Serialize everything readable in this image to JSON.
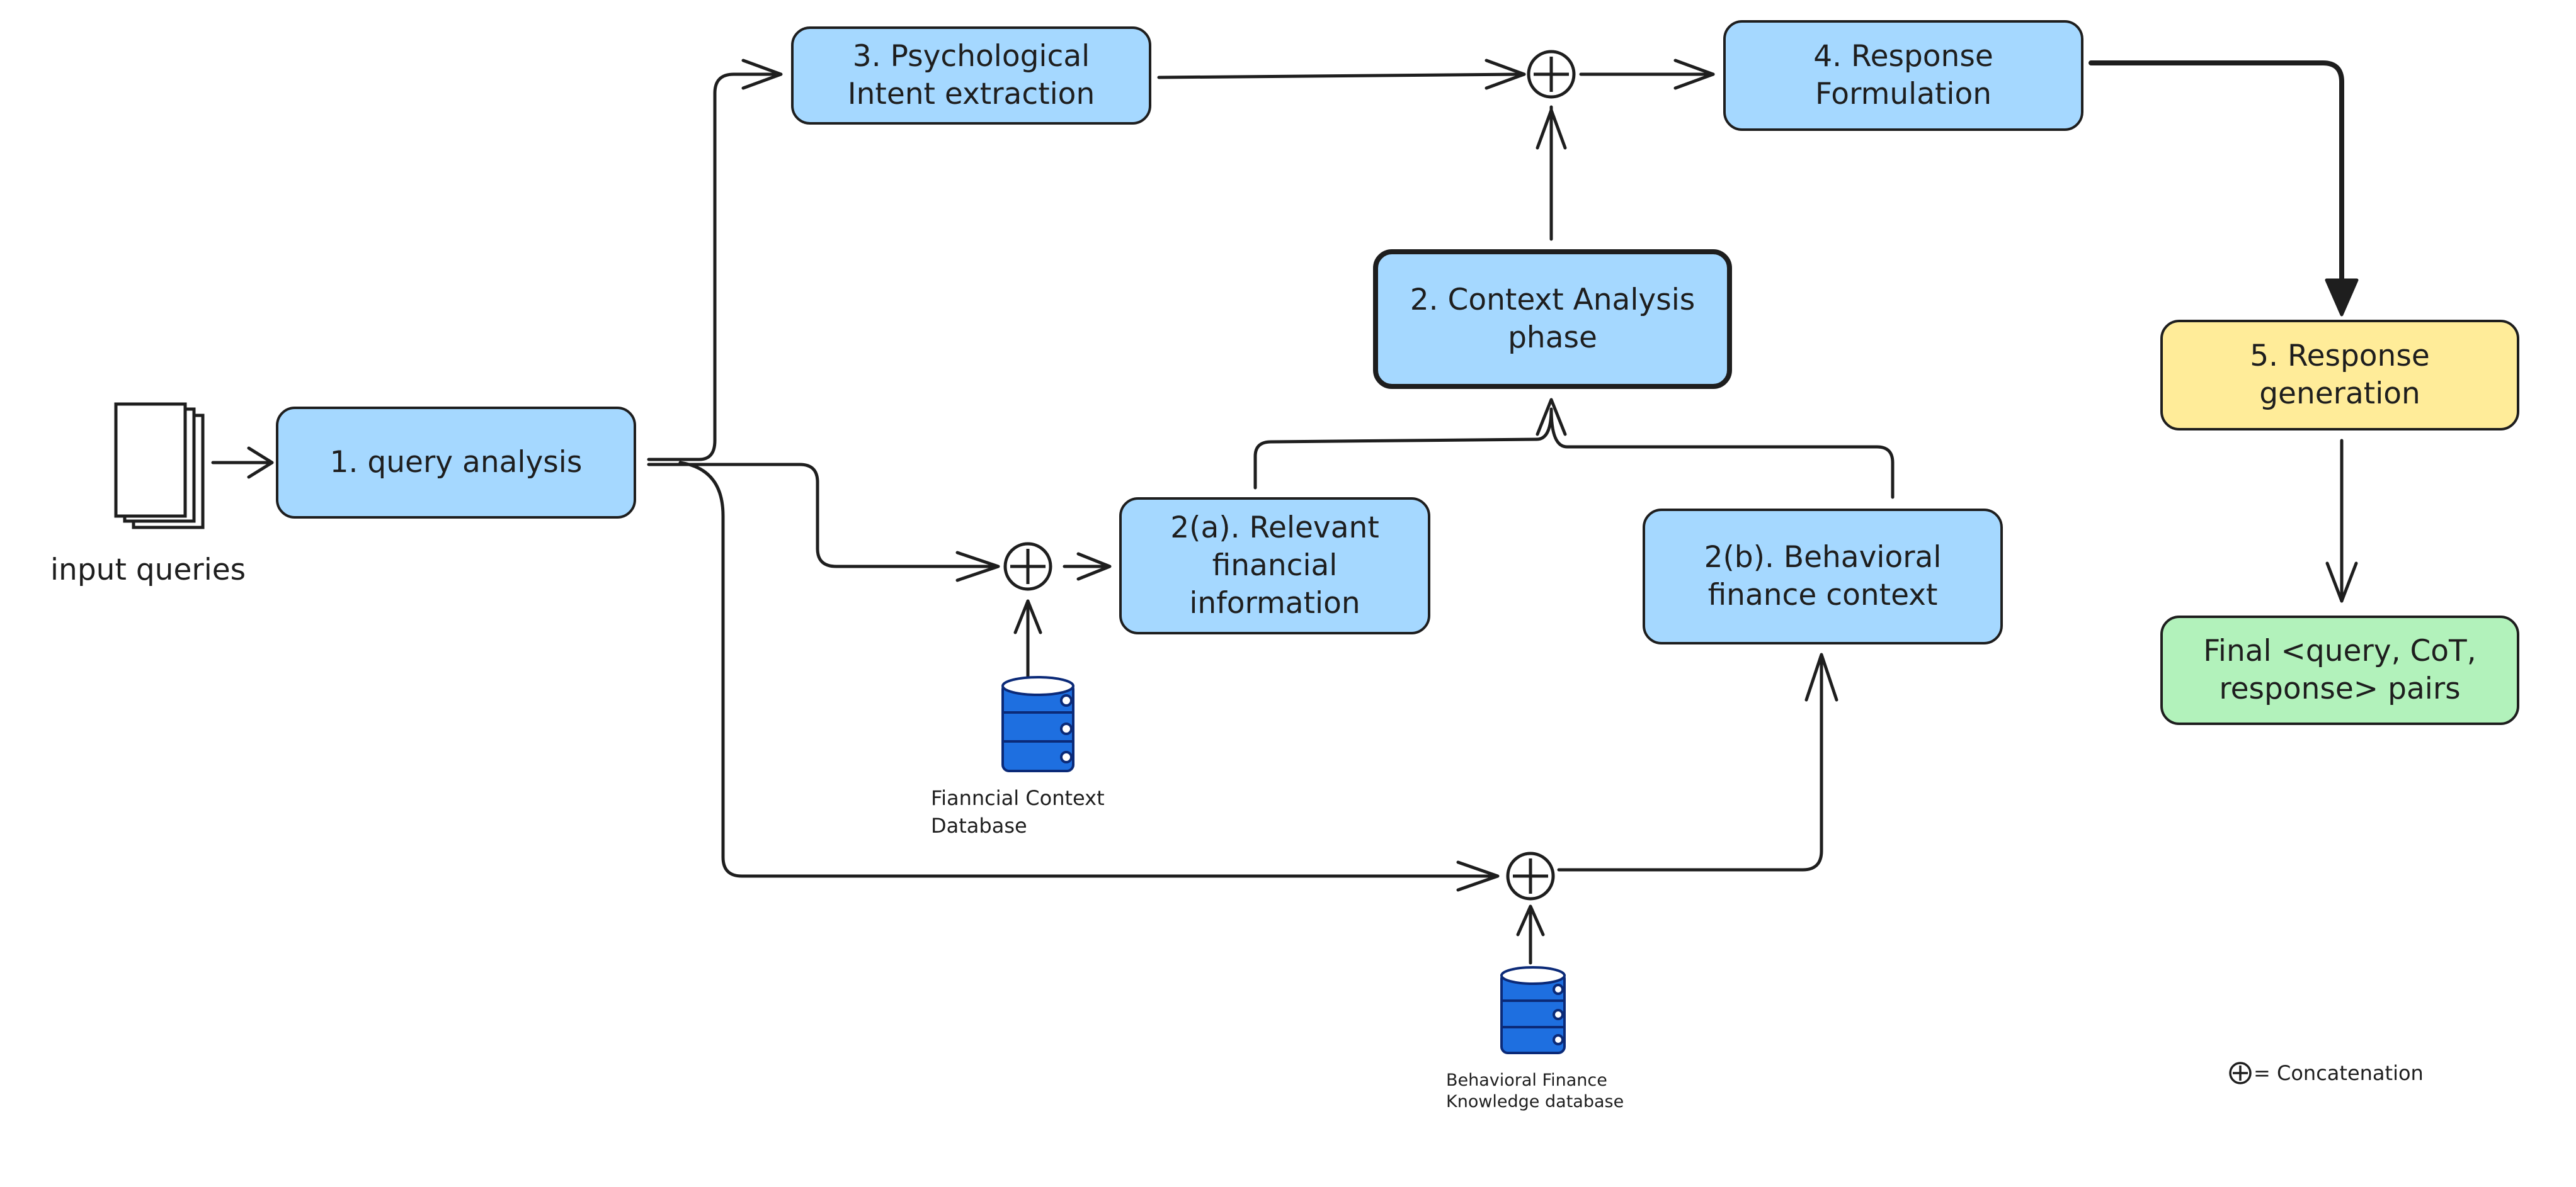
{
  "colors": {
    "blue": "#a5d8ff",
    "yellow": "#ffec99",
    "green": "#b2f2bb",
    "db_blue": "#1e6fe0",
    "stroke": "#1e1e1e"
  },
  "icons": {
    "input": "document-stack-icon",
    "database": "database-icon",
    "concat": "circled-plus-icon"
  },
  "nodes": {
    "query_analysis": "1. query analysis",
    "context_analysis": "2. Context Analysis\nphase",
    "relevant_financial": "2(a). Relevant\nfinancial\ninformation",
    "behavioral_context": "2(b). Behavioral\nfinance context",
    "psych_intent": "3. Psychological\nIntent extraction",
    "response_formulation": "4. Response\nFormulation",
    "response_generation": "5. Response\ngeneration",
    "final_pairs": "Final <query, CoT,\nresponse> pairs"
  },
  "labels": {
    "input_queries": "input queries",
    "financial_db": "Fianncial Context\nDatabase",
    "behavioral_db": "Behavioral Finance\nKnowledge database",
    "legend": "= Concatenation"
  }
}
